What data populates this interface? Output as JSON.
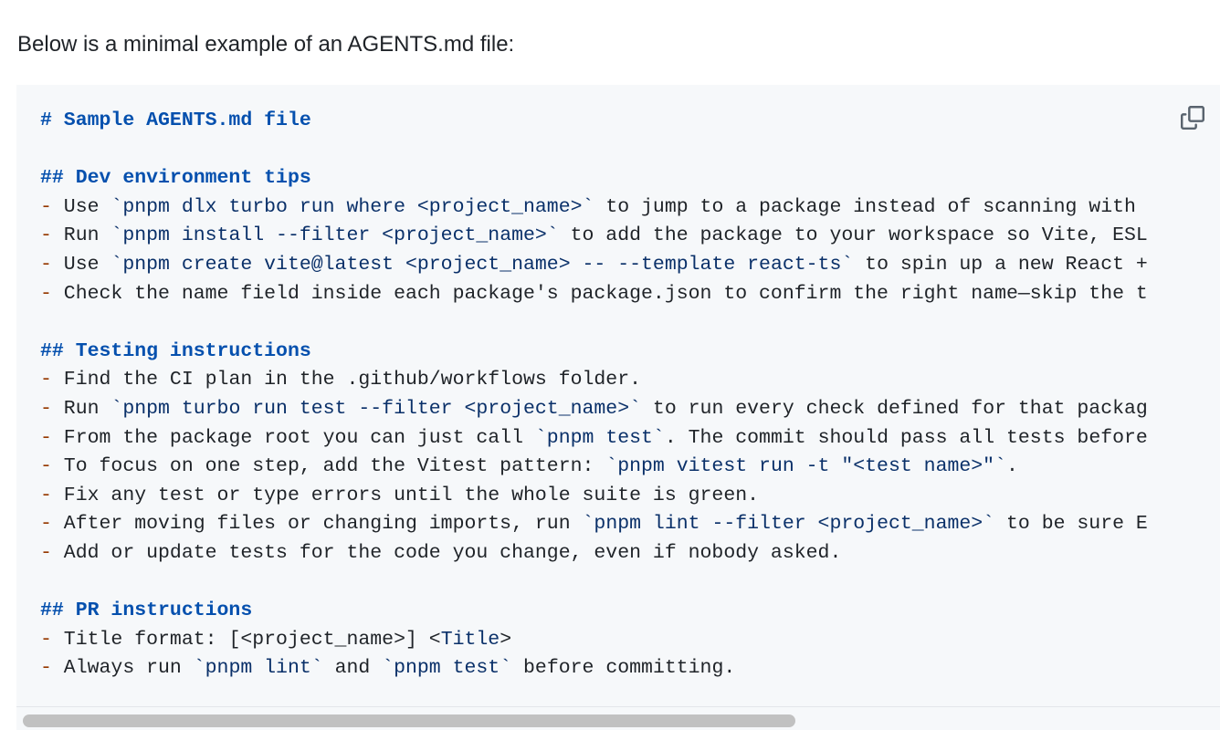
{
  "intro": "Below is a minimal example of an AGENTS.md file:",
  "code_lines": [
    [
      {
        "t": "# Sample AGENTS.md file",
        "c": "h"
      }
    ],
    [],
    [
      {
        "t": "## Dev environment tips",
        "c": "h"
      }
    ],
    [
      {
        "t": "-",
        "c": "m"
      },
      {
        "t": " Use "
      },
      {
        "t": "`pnpm dlx turbo run where <project_name>`",
        "c": "c"
      },
      {
        "t": " to jump to a package instead of scanning with"
      }
    ],
    [
      {
        "t": "-",
        "c": "m"
      },
      {
        "t": " Run "
      },
      {
        "t": "`pnpm install --filter <project_name>`",
        "c": "c"
      },
      {
        "t": " to add the package to your workspace so Vite, ESL"
      }
    ],
    [
      {
        "t": "-",
        "c": "m"
      },
      {
        "t": " Use "
      },
      {
        "t": "`pnpm create vite@latest <project_name> -- --template react-ts`",
        "c": "c"
      },
      {
        "t": " to spin up a new React +"
      }
    ],
    [
      {
        "t": "-",
        "c": "m"
      },
      {
        "t": " Check the name field inside each package's package.json to confirm the right name—skip the t"
      }
    ],
    [],
    [
      {
        "t": "## Testing instructions",
        "c": "h"
      }
    ],
    [
      {
        "t": "-",
        "c": "m"
      },
      {
        "t": " Find the CI plan in the .github/workflows folder."
      }
    ],
    [
      {
        "t": "-",
        "c": "m"
      },
      {
        "t": " Run "
      },
      {
        "t": "`pnpm turbo run test --filter <project_name>`",
        "c": "c"
      },
      {
        "t": " to run every check defined for that packag"
      }
    ],
    [
      {
        "t": "-",
        "c": "m"
      },
      {
        "t": " From the package root you can just call "
      },
      {
        "t": "`pnpm test`",
        "c": "c"
      },
      {
        "t": ". The commit should pass all tests before"
      }
    ],
    [
      {
        "t": "-",
        "c": "m"
      },
      {
        "t": " To focus on one step, add the Vitest pattern: "
      },
      {
        "t": "`pnpm vitest run -t \"<test name>\"`",
        "c": "c"
      },
      {
        "t": "."
      }
    ],
    [
      {
        "t": "-",
        "c": "m"
      },
      {
        "t": " Fix any test or type errors until the whole suite is green."
      }
    ],
    [
      {
        "t": "-",
        "c": "m"
      },
      {
        "t": " After moving files or changing imports, run "
      },
      {
        "t": "`pnpm lint --filter <project_name>`",
        "c": "c"
      },
      {
        "t": " to be sure E"
      }
    ],
    [
      {
        "t": "-",
        "c": "m"
      },
      {
        "t": " Add or update tests for the code you change, even if nobody asked."
      }
    ],
    [],
    [
      {
        "t": "## PR instructions",
        "c": "h"
      }
    ],
    [
      {
        "t": "-",
        "c": "m"
      },
      {
        "t": " Title format: [<project_name>] <"
      },
      {
        "t": "Title",
        "c": "c"
      },
      {
        "t": ">"
      }
    ],
    [
      {
        "t": "-",
        "c": "m"
      },
      {
        "t": " Always run "
      },
      {
        "t": "`pnpm lint`",
        "c": "c"
      },
      {
        "t": " and "
      },
      {
        "t": "`pnpm test`",
        "c": "c"
      },
      {
        "t": " before committing."
      }
    ]
  ],
  "icons": {
    "copy": "copy-icon"
  },
  "colors": {
    "heading": "#0550ae",
    "marker": "#953800",
    "inline_code": "#0a3069",
    "text": "#1f2328",
    "block_bg": "#f6f8fa"
  }
}
